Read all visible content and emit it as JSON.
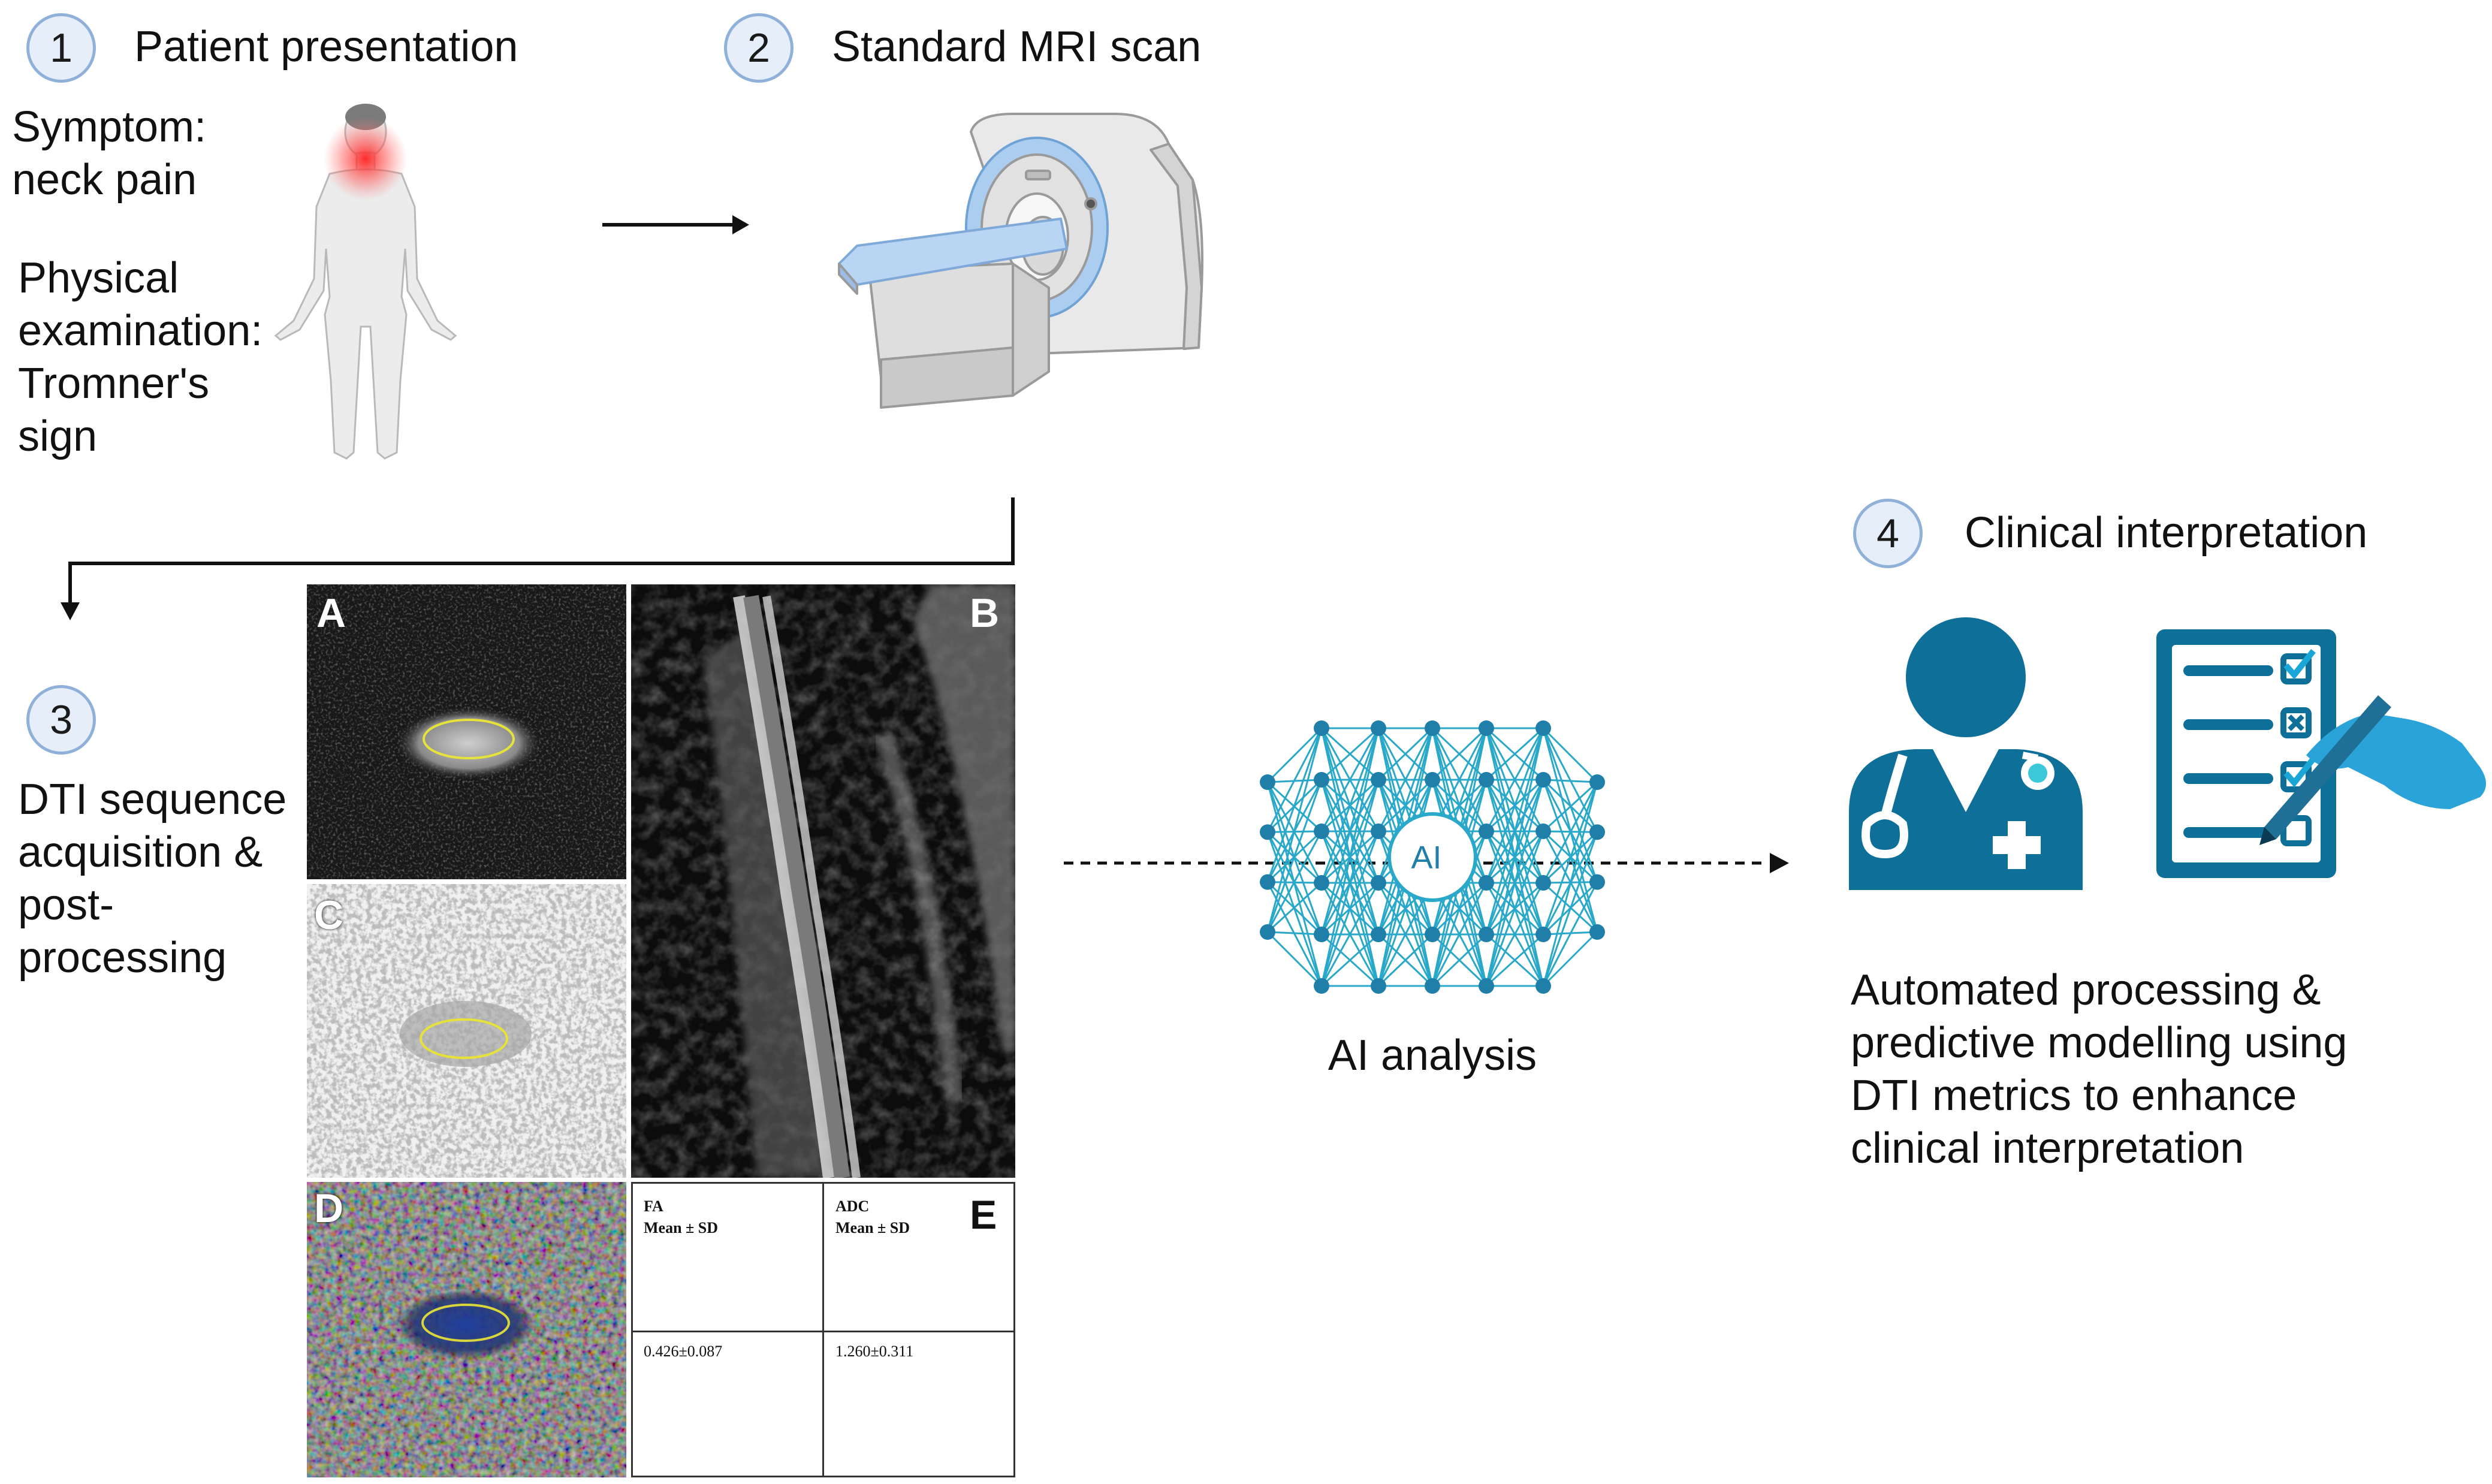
{
  "steps": [
    {
      "number": "1",
      "title": "Patient presentation"
    },
    {
      "number": "2",
      "title": "Standard MRI scan"
    },
    {
      "number": "3",
      "title": ""
    },
    {
      "number": "4",
      "title": "Clinical interpretation"
    }
  ],
  "patient": {
    "symptom_lines": [
      "Symptom:",
      "neck pain"
    ],
    "exam_lines": [
      "Physical",
      "examination:",
      "Tromner's",
      "sign"
    ]
  },
  "dti": {
    "caption_lines": [
      "DTI sequence",
      "acquisition &",
      "post-",
      "processing"
    ],
    "panel_labels": [
      "A",
      "B",
      "C",
      "D",
      "E"
    ],
    "table": {
      "headers": [
        {
          "metric": "FA",
          "stat": "Mean ± SD"
        },
        {
          "metric": "ADC",
          "stat": "Mean ± SD"
        }
      ],
      "values": [
        "0.426±0.087",
        "1.260±0.311"
      ]
    }
  },
  "ai": {
    "node_label": "AI",
    "caption": "AI analysis",
    "color": "#29a8c9"
  },
  "clinical": {
    "caption_lines": [
      "Automated processing &",
      "predictive modelling using",
      "DTI metrics to enhance",
      "clinical interpretation"
    ],
    "icon_color": "#0e6f99"
  }
}
